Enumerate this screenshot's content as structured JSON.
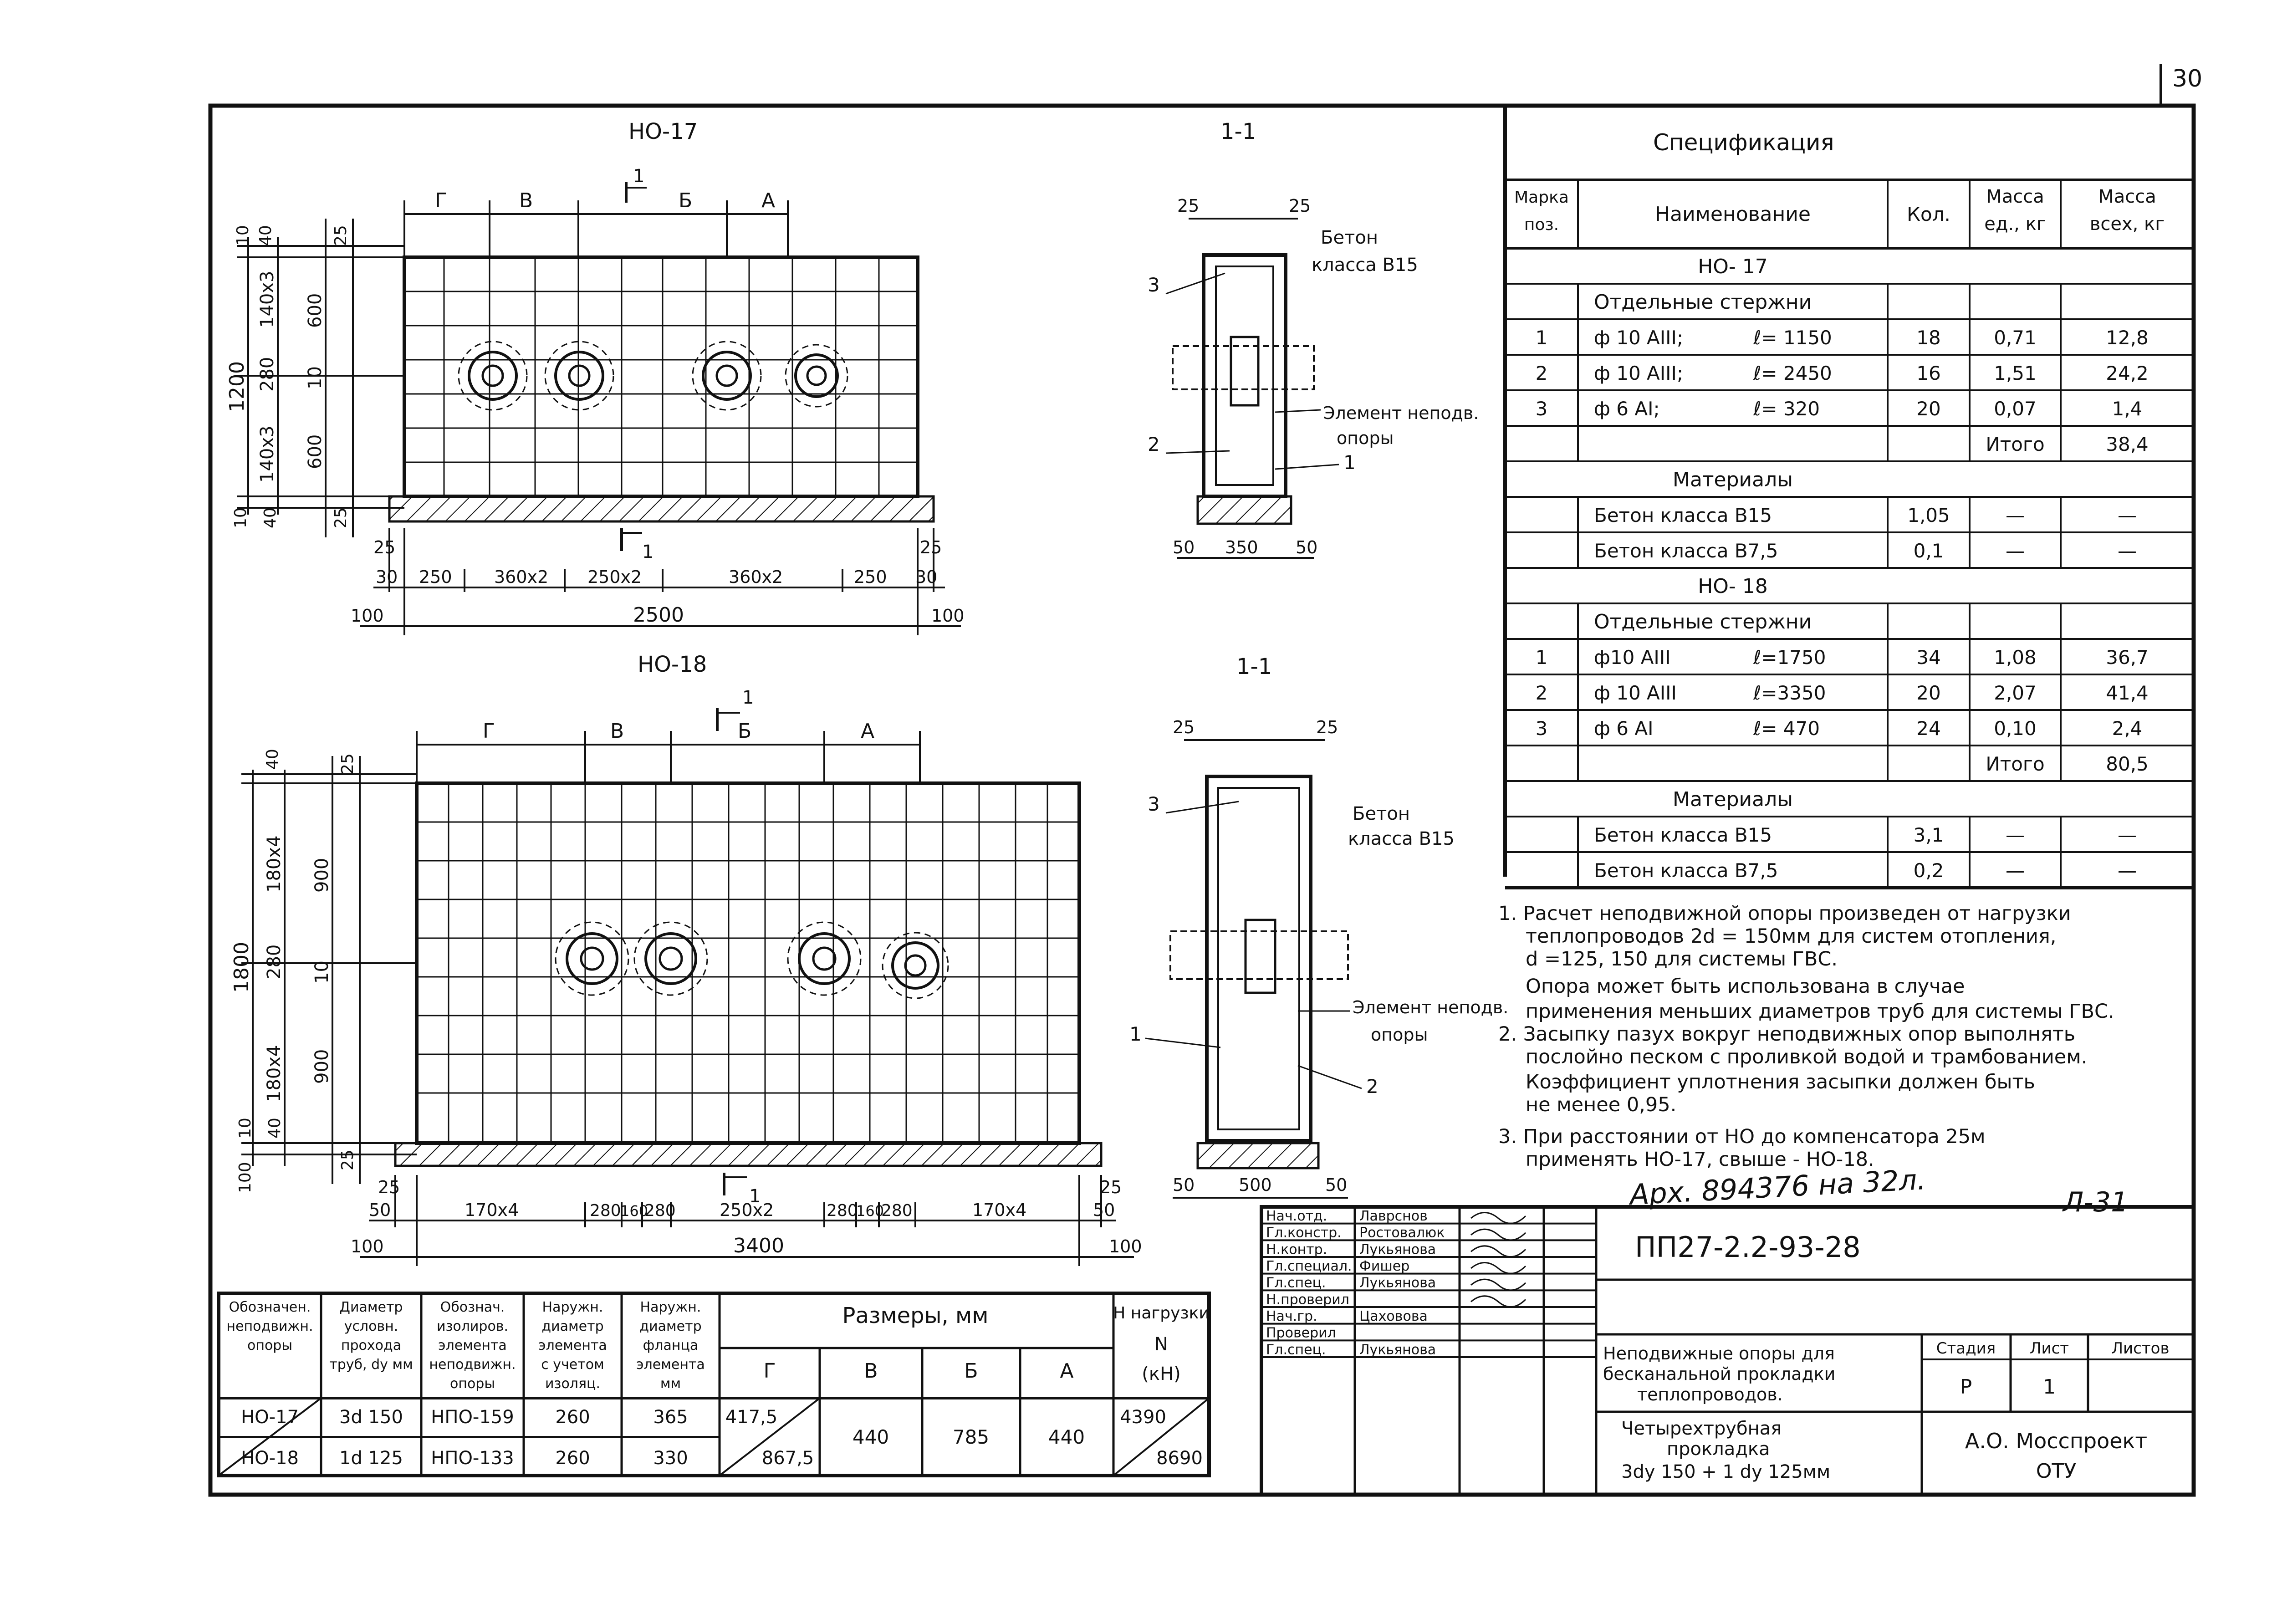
{
  "page_number": "30",
  "drawing_no17": {
    "title": "НО-17",
    "section_title": "1-1",
    "cut_label": "1",
    "top_dims": [
      "Г",
      "В",
      "Б",
      "А"
    ],
    "left_dims_outer": [
      "1200"
    ],
    "left_dims_inner": [
      "140х3",
      "280",
      "140х3"
    ],
    "left_dims_right": [
      "600",
      "10",
      "600"
    ],
    "left_small": [
      "40",
      "10",
      "40",
      "10",
      "25",
      "25"
    ],
    "bottom_row1": [
      "30",
      "250",
      "360х2",
      "250х2",
      "360х2",
      "250",
      "30"
    ],
    "bottom_25": [
      "25",
      "25"
    ],
    "bottom_total": "2500",
    "bottom_100": [
      "100",
      "100"
    ]
  },
  "section_no17": {
    "dims_top": [
      "25",
      "25"
    ],
    "dims_bottom": [
      "50",
      "350",
      "50"
    ],
    "concrete_label_1": "Бетон",
    "concrete_label_2": "класса В15",
    "element_label_1": "Элемент неподв.",
    "element_label_2": "опоры",
    "callouts": [
      "3",
      "2",
      "1"
    ]
  },
  "drawing_no18": {
    "title": "НО-18",
    "section_title": "1-1",
    "cut_label": "1",
    "top_dims": [
      "Г",
      "В",
      "Б",
      "А"
    ],
    "left_dims_outer": [
      "1800"
    ],
    "left_dims_inner": [
      "180х4",
      "280",
      "180х4"
    ],
    "left_dims_right": [
      "900",
      "10",
      "900"
    ],
    "left_small": [
      "40",
      "40",
      "10",
      "25",
      "25",
      "100"
    ],
    "bottom_row1": [
      "50",
      "170х4",
      "280",
      "160",
      "280",
      "250х2",
      "280",
      "160",
      "280",
      "170х4",
      "50"
    ],
    "bottom_25": [
      "25",
      "25"
    ],
    "bottom_total": "3400",
    "bottom_100": [
      "100",
      "100"
    ]
  },
  "section_no18": {
    "dims_top": [
      "25",
      "25"
    ],
    "dims_bottom": [
      "50",
      "500",
      "50"
    ],
    "concrete_label_1": "Бетон",
    "concrete_label_2": "класса В15",
    "element_label_1": "Элемент неподв.",
    "element_label_2": "опоры",
    "callouts": [
      "3",
      "1",
      "2"
    ]
  },
  "spec": {
    "title": "Спецификация",
    "headers": [
      "Марка поз.",
      "Наименование",
      "Кол.",
      "Масса ед., кг",
      "Масса всех, кг"
    ],
    "groups": [
      {
        "title": "НО- 17",
        "subtitle": "Отдельные стержни",
        "rows": [
          [
            "1",
            "ф 10 АIII;",
            "ℓ= 1150",
            "18",
            "0,71",
            "12,8"
          ],
          [
            "2",
            "ф 10 АIII;",
            "ℓ= 2450",
            "16",
            "1,51",
            "24,2"
          ],
          [
            "3",
            "ф 6 АI;",
            "ℓ= 320",
            "20",
            "0,07",
            "1,4"
          ]
        ],
        "total_label": "Итого",
        "total": "38,4",
        "materials_title": "Материалы",
        "materials": [
          [
            "Бетон класса В15",
            "1,05",
            "—",
            "—"
          ],
          [
            "Бетон класса В7,5",
            "0,1",
            "—",
            "—"
          ]
        ]
      },
      {
        "title": "НО- 18",
        "subtitle": "Отдельные стержни",
        "rows": [
          [
            "1",
            "ф10 АIII",
            "ℓ=1750",
            "34",
            "1,08",
            "36,7"
          ],
          [
            "2",
            "ф 10 АIII",
            "ℓ=3350",
            "20",
            "2,07",
            "41,4"
          ],
          [
            "3",
            "ф 6 АI",
            "ℓ= 470",
            "24",
            "0,10",
            "2,4"
          ]
        ],
        "total_label": "Итого",
        "total": "80,5",
        "materials_title": "Материалы",
        "materials": [
          [
            "Бетон класса В15",
            "3,1",
            "—",
            "—"
          ],
          [
            "Бетон класса В7,5",
            "0,2",
            "—",
            "—"
          ]
        ]
      }
    ]
  },
  "notes": [
    "1. Расчет неподвижной опоры произведен от нагрузки",
    "теплопроводов 2d = 150мм для систем отопления,",
    "d =125, 150 для системы ГВС.",
    "Опора может быть использована в случае",
    "применения меньших диаметров труб для системы ГВС.",
    "2. Засыпку пазух вокруг неподвижных опор выполнять",
    "послойно песком с проливкой водой и трамбованием.",
    "Коэффициент уплотнения засыпки должен быть",
    "не менее 0,95.",
    "3. При расстоянии от НО до компенсатора 25м",
    "применять НО-17, свыше - НО-18."
  ],
  "archive_note": "Арх. 894376 на 32л.",
  "sheet_ref": "Л-31",
  "bottom_table": {
    "headers": [
      "Обозначен. неподвижн. опоры",
      "Диаметр условн. прохода труб, dу мм",
      "Обознач. изолиров. элемента неподвижн. опоры",
      "Наружн. диаметр элемента с учетом изоляц.",
      "Наружн. диаметр фланца элемента мм"
    ],
    "size_header": "Размеры, мм",
    "size_cols": [
      "Г",
      "В",
      "Б",
      "А"
    ],
    "load_header_1": "Н нагрузки",
    "load_header_2": "N",
    "load_header_3": "(кН)",
    "rows": [
      [
        "НО-17",
        "3d 150",
        "НПО-159",
        "260",
        "365"
      ],
      [
        "НО-18",
        "1d 125",
        "НПО-133",
        "260",
        "330"
      ]
    ],
    "g_values": [
      "417,5",
      "867,5"
    ],
    "v_value": "440",
    "b_value": "785",
    "a_value": "440",
    "loads": [
      "4390",
      "8690"
    ]
  },
  "title_block": {
    "roles": [
      "Нач.отд.",
      "Гл.констр.",
      "Н.контр.",
      "Гл.специал.",
      "Гл.спец.",
      "Н.проверил",
      "Нач.гр.",
      "Проверил",
      "Гл.спец."
    ],
    "names": [
      "Лаврснов",
      "Ростовалюк",
      "Лукьянова",
      "Фишер",
      "Лукьянова",
      "",
      "Цаховова",
      "",
      "Лукьянова"
    ],
    "code": "ПП27-2.2-93-28",
    "title_1": "Неподвижные опоры для",
    "title_2": "бесканальной прокладки",
    "title_3": "теплопроводов.",
    "sub_1": "Четырехтрубная",
    "sub_2": "прокладка",
    "sub_3": "3dу 150 + 1 dу 125мм",
    "stage_header": "Стадия",
    "sheet_header": "Лист",
    "sheets_header": "Листов",
    "stage": "Р",
    "sheet": "1",
    "sheets": "",
    "org_1": "А.О. Мосспроект",
    "org_2": "ОТУ"
  }
}
